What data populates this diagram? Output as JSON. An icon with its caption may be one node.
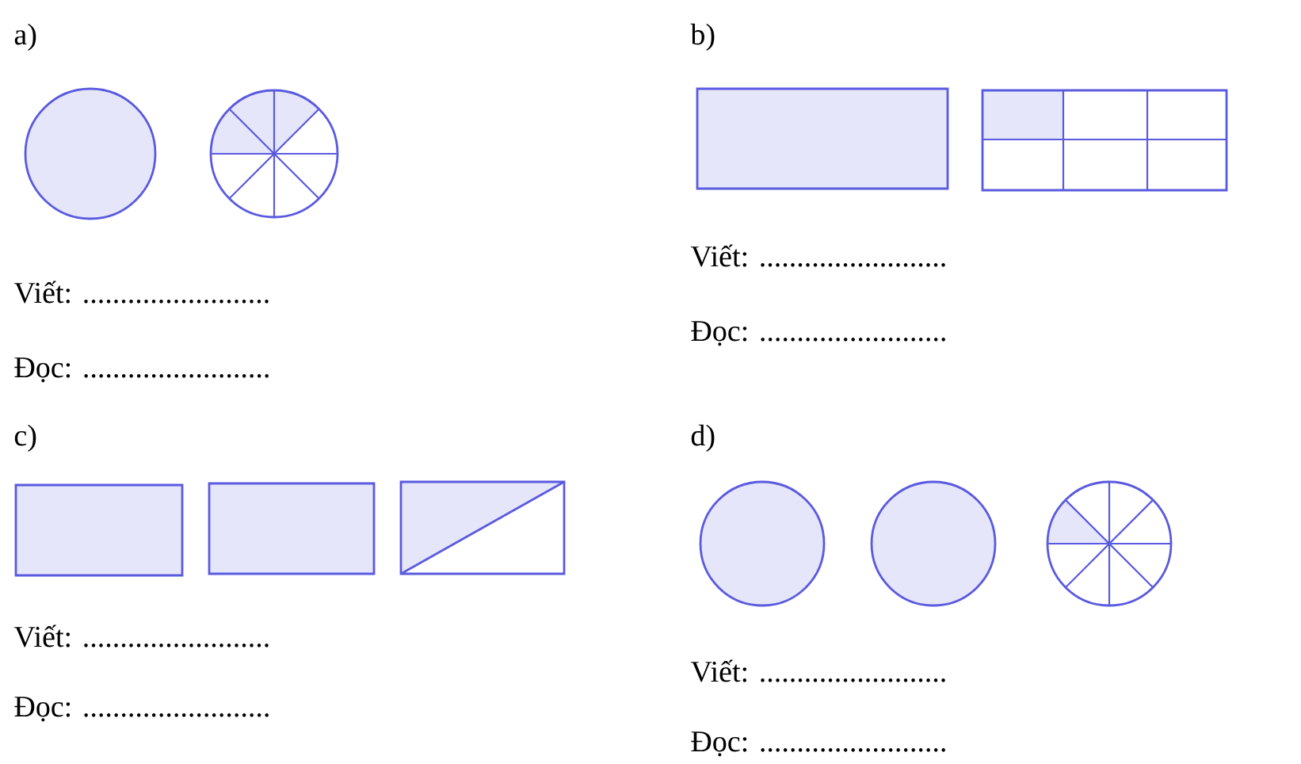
{
  "diagram": {
    "labels": [
      "a)",
      "Viết: .........................",
      "Đọc: .........................",
      "b)",
      "Viết: .........................",
      "Đọc: .........................",
      "c)",
      "Viết: .........................",
      "Đọc: .........................",
      "d)",
      "Viết: .........................",
      "Đọc: ........................."
    ]
  }
}
